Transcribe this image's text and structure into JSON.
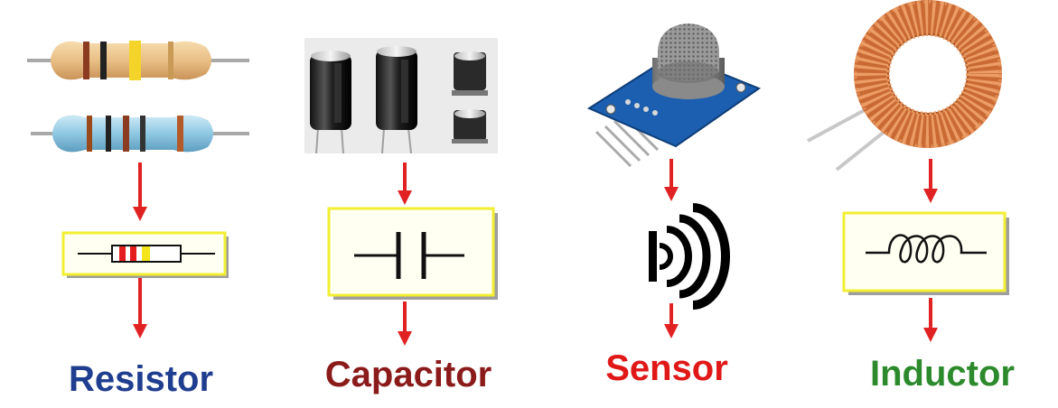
{
  "components": [
    {
      "id": "resistor",
      "label": "Resistor",
      "label_color": "#1f3e8f",
      "photo": "resistor-photo",
      "symbol": "resistor-symbol-icon"
    },
    {
      "id": "capacitor",
      "label": "Capacitor",
      "label_color": "#8b1a1a",
      "photo": "electrolytic-capacitor-photo",
      "symbol": "capacitor-symbol-icon"
    },
    {
      "id": "sensor",
      "label": "Sensor",
      "label_color": "#e01818",
      "photo": "gas-sensor-module-photo",
      "symbol": "sensor-wave-icon"
    },
    {
      "id": "inductor",
      "label": "Inductor",
      "label_color": "#2c8a2c",
      "photo": "toroidal-coil-photo",
      "symbol": "inductor-coil-symbol-icon"
    }
  ],
  "colors": {
    "arrow": "#e02222",
    "symbol_box_fill": "#fffff2",
    "symbol_box_border": "#f2ef32"
  }
}
